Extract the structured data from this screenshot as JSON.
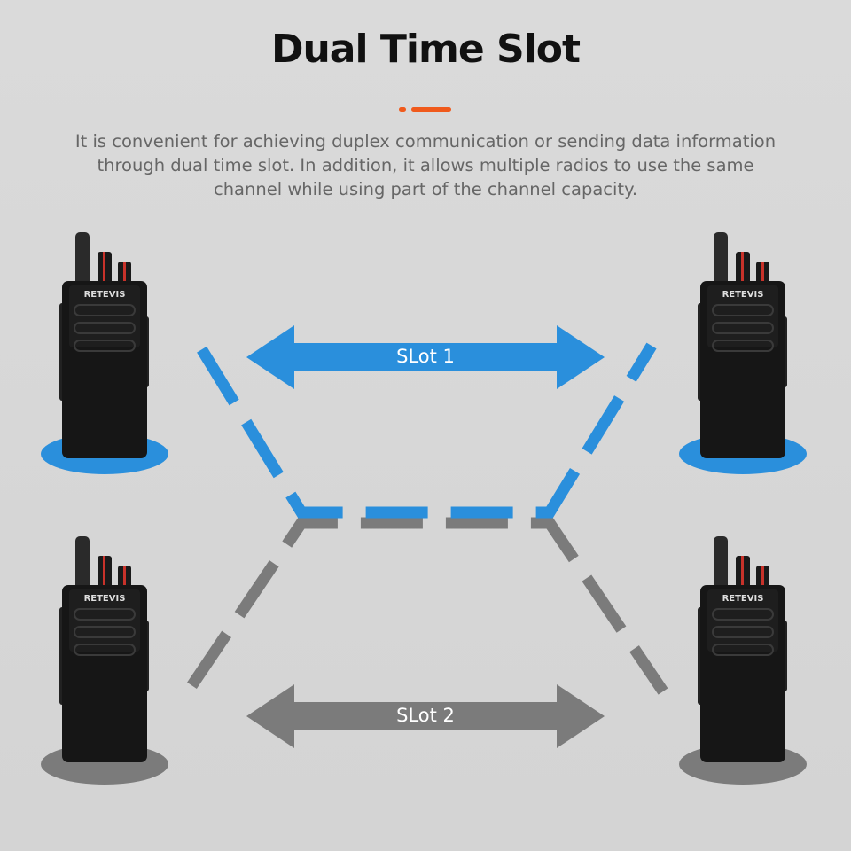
{
  "title": "Dual Time Slot",
  "description": "It is convenient for achieving duplex communication or sending data information through dual time slot. In addition, it allows multiple radios to use the same channel while using part of the channel capacity.",
  "slot1_label": "SLot 1",
  "slot2_label": "SLot 2",
  "radio_logo": "RETEVIS",
  "colors": {
    "accent": "#f05a1c",
    "slot1": "#2a8fdc",
    "slot2": "#7b7b7b",
    "background": "#d8d8d8"
  }
}
